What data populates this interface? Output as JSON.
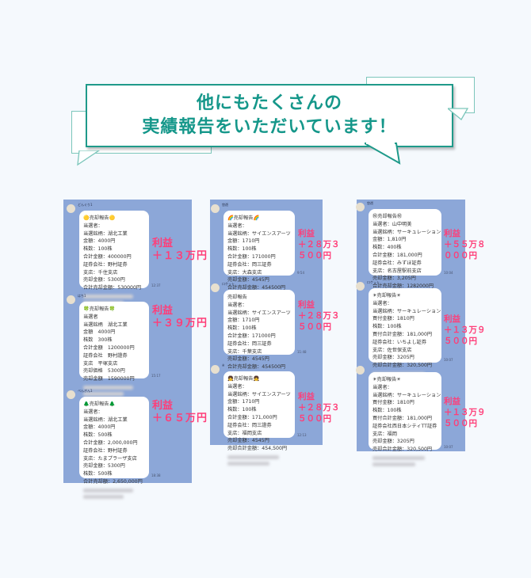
{
  "banner": {
    "line1": "他にもたくさんの",
    "line2": "実績報告をいただいています！"
  },
  "colors": {
    "accent": "#15978a",
    "profit": "#ff3d78",
    "chat_bg": "#8ca7d8"
  },
  "panels": [
    {
      "messages": [
        {
          "sender": "どんぐり1",
          "time": "12:37",
          "lines": [
            "🟡売却報告🟡",
            "当選者：",
            "当選銘柄：湖北工業",
            "金額：4000円",
            "株数：100株",
            "合計金額：400000円",
            "証券会社：野村証券",
            "支店：千住支店",
            "売却金額：5300円",
            "合計売却金額：530000円"
          ],
          "profit_label": "利益",
          "profit": "＋１３万円"
        },
        {
          "sender": "はち1",
          "time": "15:17",
          "lines": [
            "🍀売却報告🍀",
            "当選者",
            "当選銘柄　湖北工業",
            "金額　4000円",
            "株数　300株",
            "合計金額　1200000円",
            "証券会社　野村證券",
            "支店　平塚支店",
            "売却価格　5300円",
            "売却金額　1590000円"
          ],
          "profit_label": "利益",
          "profit": "＋３９万円"
        },
        {
          "sender": "ぺんぎん1",
          "time": "18:38",
          "lines": [
            "🌲売却報告🌲",
            "当選者：",
            "当選銘柄：湖北工業",
            "金額：4000円",
            "株数：500株",
            "合計金額：2,000,000円",
            "証券会社：野村証券",
            "支店：たまプラーザ支店",
            "売却金額：5300円",
            "株数：500株",
            "合計売却額：2,650,000円"
          ],
          "profit_label": "利益",
          "profit": "＋６５万円"
        }
      ]
    },
    {
      "messages": [
        {
          "sender": "悠遊",
          "time": "9:54",
          "lines": [
            "🌈売却報告🌈",
            "当選者：",
            "当選銘柄：サイエンスアーツ",
            "金額：1710円",
            "株数：100株",
            "合計金額：171000円",
            "証券会社：岡三証券",
            "支店：大森支店",
            "売却金額：4545円",
            "合計売却金額：454500円"
          ],
          "profit_label": "利益",
          "profit": "＋２８万３５００円"
        },
        {
          "sender": "ロケット",
          "time": "11:48",
          "lines": [
            "売却報告",
            "当選者：",
            "当選銘柄：サイエンスアーツ",
            "金額：1710円",
            "株数：100株",
            "合計金額：171000円",
            "証券会社：岡三証券",
            "支店：千葉支店",
            "売却金額：4545円",
            "合計売却金額：454500円"
          ],
          "profit_label": "利益",
          "profit": "＋２８万３５００円"
        },
        {
          "sender": "※",
          "time": "12:13",
          "lines": [
            "👧売却報告👧",
            "当選者：",
            "当選銘柄：サイエンスアーツ",
            "金額：1710円",
            "株数：100株",
            "合計金額：171,000円",
            "証券会社：岡三證券",
            "支店：福岡支店",
            "売却金額：4545円",
            "売却合計金額：454,500円"
          ],
          "profit_label": "利益",
          "profit": "＋２８万３５００円"
        }
      ]
    },
    {
      "messages": [
        {
          "sender": "悠遊",
          "time": "10:04",
          "lines": [
            "㊗売却報告㊗",
            "当選者：山中明美",
            "当選銘柄：サーキュレーション",
            "金額：1,810円",
            "株数：400株",
            "合計金額：181,000円",
            "証券会社：みずほ証券",
            "支店：名古屋駅前支店",
            "売却金額：3,205円",
            "合計売却金額：1282000円"
          ],
          "profit_label": "利益",
          "profit": "＋５５万８０００円"
        },
        {
          "sender": "ロケット",
          "time": "10:07",
          "lines": [
            "☀売却報告☀",
            "当選者：",
            "当選銘柄：サーキュレーション",
            "買付金額：1810円",
            "株数：100株",
            "買付合計金額：181,000円",
            "証券会社：いちよし証券",
            "支店：佐世保支店",
            "売却金額：3205円",
            "売却合計金額：320,500円"
          ],
          "profit_label": "利益",
          "profit": "＋１３万９５００円"
        },
        {
          "sender": "",
          "time": "10:07",
          "lines": [
            "☀売却報告☀",
            "当選者：",
            "当選銘柄：サーキュレーション",
            "買付金額：1810円",
            "株数：100株",
            "買付合計金額：181,000円",
            "証券会社西日本シティTT証券",
            "支店：福岡",
            "売却金額：3205円",
            "売却合計金額：320,500円"
          ],
          "profit_label": "利益",
          "profit": "＋１３万９５００円"
        }
      ]
    }
  ]
}
